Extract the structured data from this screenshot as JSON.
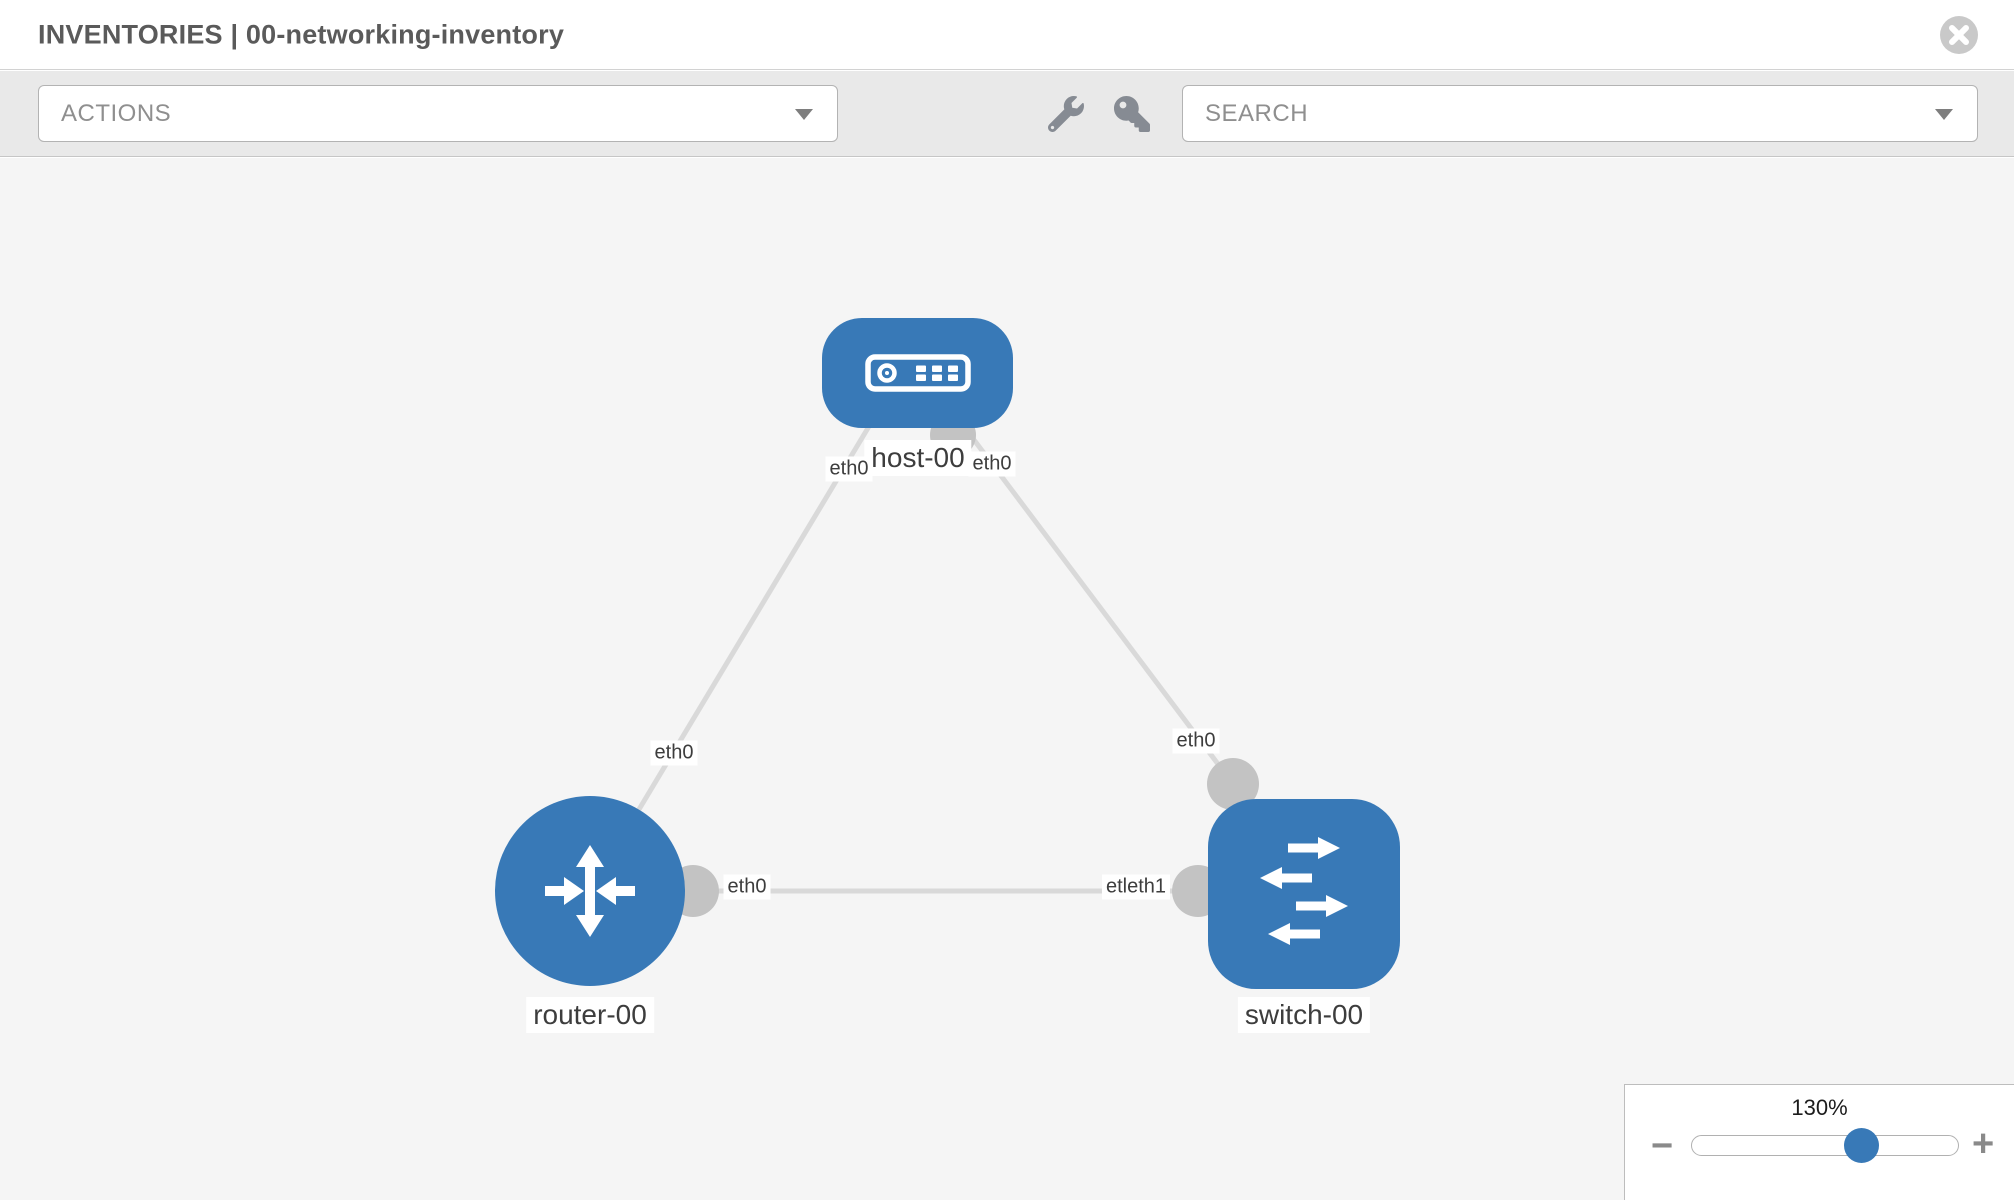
{
  "header": {
    "title": "INVENTORIES | 00-networking-inventory"
  },
  "toolbar": {
    "actions_label": "ACTIONS",
    "search_placeholder": "SEARCH",
    "wrench_icon": "wrench",
    "key_icon": "key",
    "chevron_icon": "chevron-down",
    "close_icon": "circle-close"
  },
  "topology": {
    "nodes": [
      {
        "name": "host-00",
        "type": "host"
      },
      {
        "name": "router-00",
        "type": "router"
      },
      {
        "name": "switch-00",
        "type": "switch"
      }
    ],
    "links": [
      {
        "source": "host-00",
        "target": "router-00",
        "source_interface": "eth0",
        "target_interface": "eth0"
      },
      {
        "source": "host-00",
        "target": "switch-00",
        "source_interface": "eth0",
        "target_interface": "eth0"
      },
      {
        "source": "router-00",
        "target": "switch-00",
        "source_interface": "eth0",
        "target_interface": "etleth1"
      }
    ],
    "labels": {
      "host": "host-00",
      "router": "router-00",
      "switch": "switch-00",
      "l1_host_if": "eth0",
      "l1_mid_if": "eth0",
      "l2_host_if": "eth0",
      "l2_mid_if": "eth0",
      "l3_router_if": "eth0",
      "l3_switch_if": "etleth1"
    }
  },
  "zoom": {
    "level": "130%",
    "minus_label": "−",
    "plus_label": "+",
    "slider_percent": 64
  },
  "colors": {
    "node_blue": "#3879b7",
    "link_gray": "#d9d9d9",
    "endpoint_gray": "#c3c3c3",
    "canvas_bg": "#f5f5f5",
    "toolbar_bg": "#e9e9e9"
  }
}
